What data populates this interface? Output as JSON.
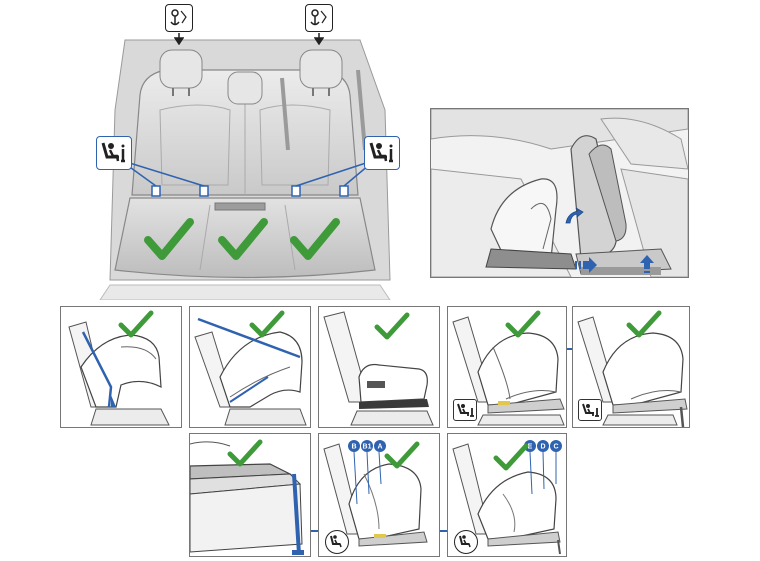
{
  "colors": {
    "check": "#3f9a3a",
    "strap": "#2f63b0",
    "anchor_tab": "#2f63b0",
    "seat_light": "#e4e4e4",
    "seat_mid": "#cfcfcf",
    "seat_dark": "#a8a8a8",
    "line": "#555555",
    "yellow_mark": "#e2c84a"
  },
  "icons": {
    "top_tether": "anchor-tether-icon",
    "isofix": "isofix-child-seat-icon",
    "isize": "isize-child-seat-icon",
    "check": "check-mark-icon"
  },
  "rear_seat_positions": [
    {
      "position": "left",
      "approved": true
    },
    {
      "position": "center",
      "approved": true
    },
    {
      "position": "right",
      "approved": true
    }
  ],
  "height_tags": {
    "left": [
      "B",
      "B1",
      "A"
    ],
    "right": [
      "E",
      "D",
      "C"
    ]
  }
}
